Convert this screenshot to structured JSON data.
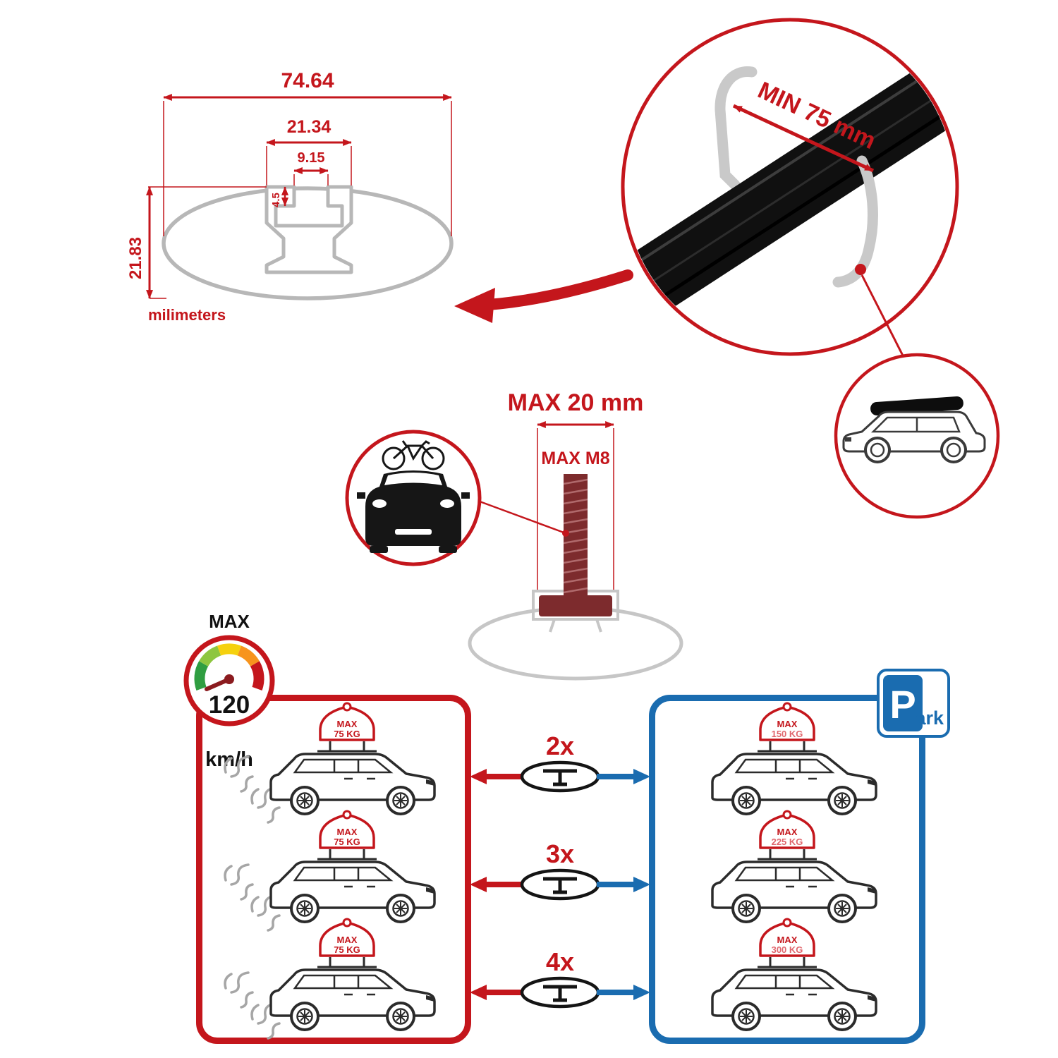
{
  "colors": {
    "accent_red": "#c4161c",
    "accent_blue": "#1a6cb0",
    "profile_gray": "#b7b7b7",
    "bar_black": "#101010"
  },
  "cross_section": {
    "total_width": "74.64",
    "channel_width": "21.34",
    "slot_width": "9.15",
    "lip_depth": "4.5",
    "profile_height": "21.83",
    "units_label": "milimeters"
  },
  "bar_zoom": {
    "min_span_label": "MIN 75 mm"
  },
  "bolt_diagram": {
    "max_width_label": "MAX 20 mm",
    "max_thread_label": "MAX M8"
  },
  "speed_limit": {
    "title": "MAX",
    "value": "120",
    "units": "km/h"
  },
  "parking_sign": {
    "letter": "P",
    "suffix": "ark"
  },
  "driving_panel": {
    "cars": [
      {
        "badge_label": "MAX",
        "badge_load": "75 KG"
      },
      {
        "badge_label": "MAX",
        "badge_load": "75 KG"
      },
      {
        "badge_label": "MAX",
        "badge_load": "75 KG"
      }
    ]
  },
  "parked_panel": {
    "cars": [
      {
        "badge_label": "MAX",
        "badge_load": "150 KG"
      },
      {
        "badge_label": "MAX",
        "badge_load": "225 KG"
      },
      {
        "badge_label": "MAX",
        "badge_load": "300 KG"
      }
    ]
  },
  "multipliers": [
    {
      "label": "2x"
    },
    {
      "label": "3x"
    },
    {
      "label": "4x"
    }
  ],
  "icons": [
    "speedometer-icon",
    "parking-sign-icon",
    "bicycle-icon",
    "car-front-icon",
    "suv-roofbox-icon",
    "crossbar-profile-icon",
    "bolt-icon",
    "clamp-hook-icon",
    "left-arrow-icon",
    "right-arrow-icon"
  ]
}
